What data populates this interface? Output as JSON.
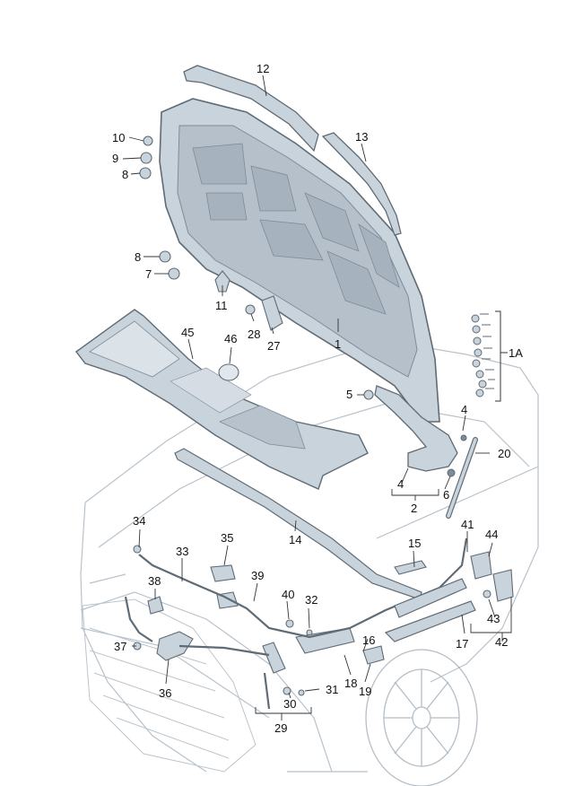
{
  "diagram": {
    "callouts": [
      {
        "id": "c1",
        "label": "1"
      },
      {
        "id": "c2",
        "label": "2"
      },
      {
        "id": "c4a",
        "label": "4"
      },
      {
        "id": "c4b",
        "label": "4"
      },
      {
        "id": "c5",
        "label": "5"
      },
      {
        "id": "c6",
        "label": "6"
      },
      {
        "id": "c7",
        "label": "7"
      },
      {
        "id": "c8a",
        "label": "8"
      },
      {
        "id": "c8b",
        "label": "8"
      },
      {
        "id": "c9",
        "label": "9"
      },
      {
        "id": "c10",
        "label": "10"
      },
      {
        "id": "c11",
        "label": "11"
      },
      {
        "id": "c12",
        "label": "12"
      },
      {
        "id": "c13",
        "label": "13"
      },
      {
        "id": "c14",
        "label": "14"
      },
      {
        "id": "c15",
        "label": "15"
      },
      {
        "id": "c16",
        "label": "16"
      },
      {
        "id": "c17",
        "label": "17"
      },
      {
        "id": "c18",
        "label": "18"
      },
      {
        "id": "c19",
        "label": "19"
      },
      {
        "id": "c20",
        "label": "20"
      },
      {
        "id": "c27",
        "label": "27"
      },
      {
        "id": "c28",
        "label": "28"
      },
      {
        "id": "c29",
        "label": "29"
      },
      {
        "id": "c30",
        "label": "30"
      },
      {
        "id": "c31",
        "label": "31"
      },
      {
        "id": "c32",
        "label": "32"
      },
      {
        "id": "c33",
        "label": "33"
      },
      {
        "id": "c34",
        "label": "34"
      },
      {
        "id": "c35",
        "label": "35"
      },
      {
        "id": "c36",
        "label": "36"
      },
      {
        "id": "c37",
        "label": "37"
      },
      {
        "id": "c38",
        "label": "38"
      },
      {
        "id": "c39",
        "label": "39"
      },
      {
        "id": "c40",
        "label": "40"
      },
      {
        "id": "c41",
        "label": "41"
      },
      {
        "id": "c42",
        "label": "42"
      },
      {
        "id": "c43",
        "label": "43"
      },
      {
        "id": "c44",
        "label": "44"
      },
      {
        "id": "c45",
        "label": "45"
      },
      {
        "id": "c46",
        "label": "46"
      },
      {
        "id": "c1A",
        "label": "1A"
      }
    ],
    "colors": {
      "part_fill": "#c9d3dc",
      "part_dark": "#7d8c99",
      "outline": "#5f6b75",
      "car_body": "#e6ebef",
      "car_line": "#b8c2cb",
      "leader": "#333333",
      "label_box": "#eef1f4"
    }
  }
}
